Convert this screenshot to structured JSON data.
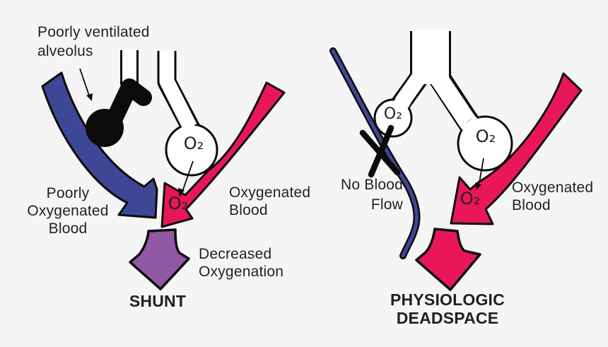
{
  "title": "Shunt vs Physiologic Deadspace diagram",
  "colors": {
    "background": "#f5f5f5",
    "blue_blood": "#3e4796",
    "red_blood": "#e9175a",
    "purple_mixed": "#9159a5",
    "outline": "#0b0b0b",
    "text": "#231f20"
  },
  "left_panel": {
    "annotation_label": "Poorly ventilated\nalveolus",
    "poorly_oxygenated_label": "Poorly\nOxygenated\nBlood",
    "oxygenated_label": "Oxygenated\nBlood",
    "alveolus_o2": "O₂",
    "vessel_o2": "O₂",
    "result_label": "Decreased\nOxygenation",
    "title": "SHUNT"
  },
  "right_panel": {
    "no_flow_label": "No Blood\nFlow",
    "oxygenated_label": "Oxygenated\nBlood",
    "alveolus_left_o2": "O₂",
    "alveolus_right_o2": "O₂",
    "vessel_o2": "O₂",
    "title": "PHYSIOLOGIC\nDEADSPACE"
  }
}
